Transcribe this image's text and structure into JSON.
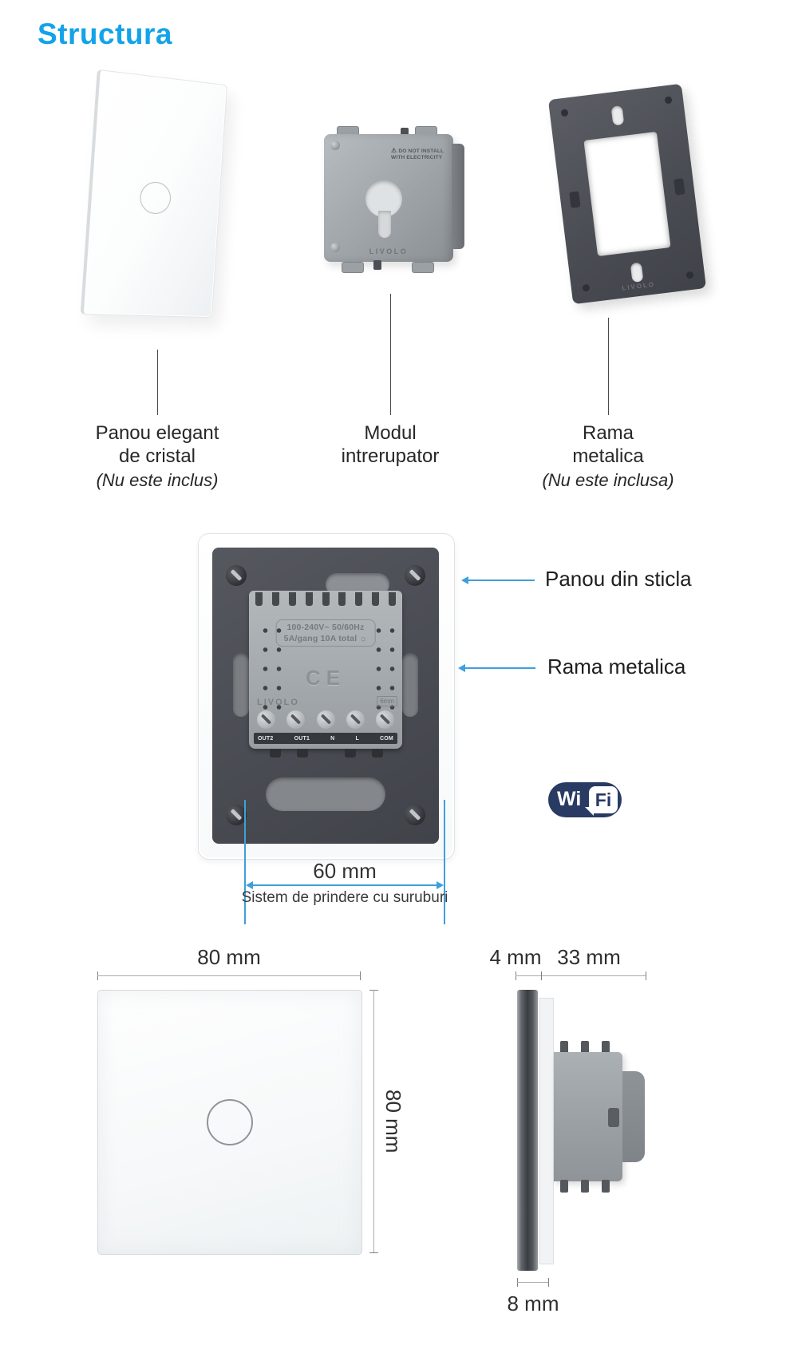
{
  "page": {
    "title": "Structura"
  },
  "colors": {
    "accent_title": "#13a3e8",
    "callout_blue": "#3f9edd",
    "wifi_navy": "#293a63"
  },
  "components": [
    {
      "label_line1": "Panou elegant",
      "label_line2": "de cristal",
      "note": "(Nu este inclus)"
    },
    {
      "label_line1": "Modul",
      "label_line2": "intrerupator",
      "note": ""
    },
    {
      "label_line1": "Rama",
      "label_line2": "metalica",
      "note": "(Nu este inclusa)"
    }
  ],
  "module_markings": {
    "warning_line1": "DO NOT INSTALL",
    "warning_line2": "WITH ELECTRICITY",
    "warning_icon": "⚠",
    "brand": "LIVOLO",
    "rating_line1": "100-240V~  50/60Hz",
    "rating_line2": "5A/gang 10A total",
    "lamp_icon": "☼",
    "ce": "CE",
    "strip_gauge": "6mm",
    "terminals": [
      "OUT2",
      "OUT1",
      "N",
      "L",
      "COM"
    ]
  },
  "back_view": {
    "callout_glass": "Panou din sticla",
    "callout_frame": "Rama metalica",
    "screw_spacing": "60 mm",
    "screw_caption": "Sistem de prindere cu suruburi"
  },
  "wifi": {
    "left": "Wi",
    "right": "Fi"
  },
  "front_view": {
    "width": "80 mm",
    "height": "80 mm"
  },
  "side_view": {
    "glass": "4 mm",
    "depth": "33 mm",
    "thickness": "8 mm"
  }
}
